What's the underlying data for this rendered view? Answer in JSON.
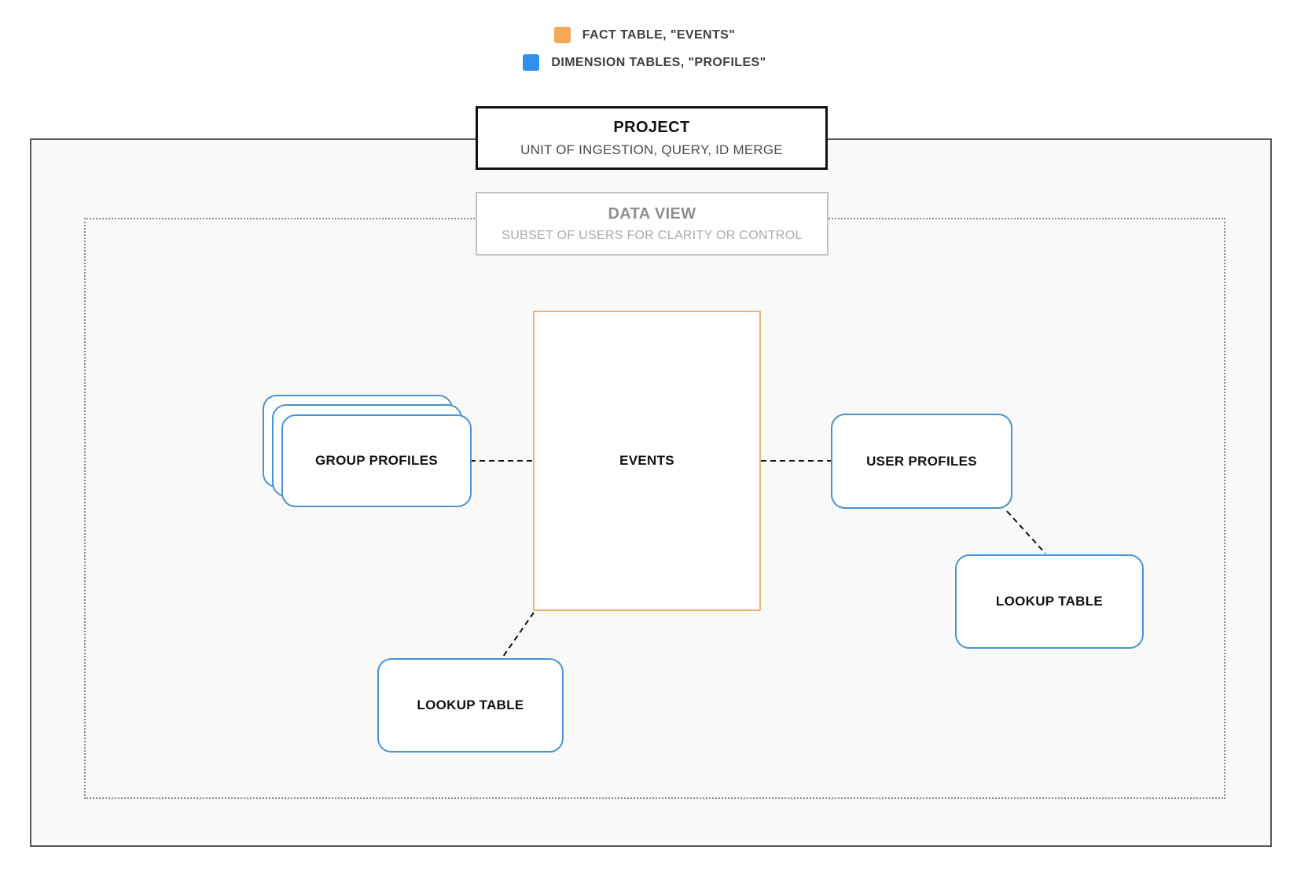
{
  "legend": {
    "items": [
      {
        "label": "FACT TABLE, \"EVENTS\"",
        "color": "#F3A85A"
      },
      {
        "label": "DIMENSION TABLES, \"PROFILES\"",
        "color": "#2D90EA"
      }
    ]
  },
  "project": {
    "title": "PROJECT",
    "subtitle": "UNIT OF INGESTION, QUERY, ID MERGE"
  },
  "data_view": {
    "title": "DATA VIEW",
    "subtitle": "SUBSET OF USERS FOR CLARITY OR CONTROL"
  },
  "nodes": {
    "events": {
      "label": "EVENTS",
      "type": "fact"
    },
    "group_profiles": {
      "label": "GROUP PROFILES",
      "type": "dimension"
    },
    "user_profiles": {
      "label": "USER PROFILES",
      "type": "dimension"
    },
    "lookup_table_bottom": {
      "label": "LOOKUP TABLE",
      "type": "dimension"
    },
    "lookup_table_right": {
      "label": "LOOKUP TABLE",
      "type": "dimension"
    }
  },
  "colors": {
    "fact-swatch": "#F3A85A",
    "dimension-swatch": "#2D90EA",
    "fact-border": "#EDB278",
    "dimension-border": "#4793D3",
    "outer-border": "#58585A",
    "dotted-border": "#8A8A8A",
    "connector": "#111111",
    "canvas-bg": "#F9F9F9",
    "legend-text": "#3F3F3F",
    "subtitle-text": "#4A4A4A",
    "muted-title": "#8F8F8F",
    "muted-subtitle": "#ABABAB"
  }
}
